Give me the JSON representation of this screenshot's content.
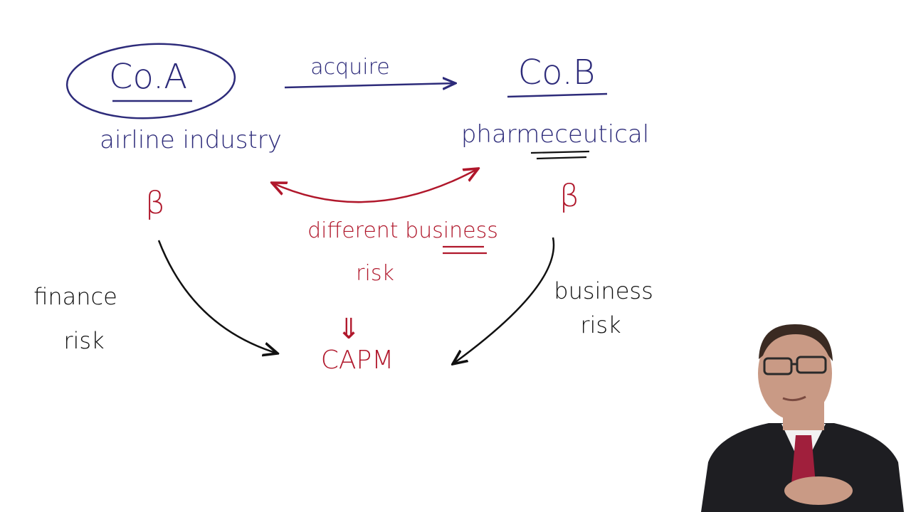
{
  "colors": {
    "blue": "#2d2b7a",
    "red": "#b0172b",
    "black": "#111111",
    "background": "#ffffff",
    "suit": "#1e1e22",
    "tie": "#a01f3c",
    "skin": "#c99a85"
  },
  "diagram": {
    "company_a": "Co.A",
    "company_b": "Co.B",
    "acquire": "acquire",
    "industry_a": "airline industry",
    "industry_b": "pharmeceutical",
    "beta_a": "β",
    "beta_b": "β",
    "middle_line1": "different business",
    "middle_line2": "risk",
    "implies": "⇓",
    "capm": "CAPM",
    "left_line1": "finance",
    "left_line2": "risk",
    "right_line1": "business",
    "right_line2": "risk"
  },
  "presenter": {
    "visible": true
  }
}
